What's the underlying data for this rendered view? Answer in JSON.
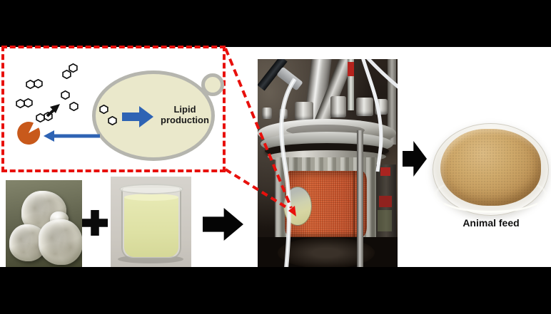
{
  "scene": {
    "letterbox_color": "#000000",
    "canvas_color": "#ffffff"
  },
  "callout": {
    "border_color": "#e8100c",
    "cell": {
      "label": "Lipid production",
      "fill_color": "#eae8cb",
      "border_color": "#b5b5ae"
    },
    "icons": {
      "enzyme": "enzyme-pacman-icon",
      "enzyme_color": "#c8591b",
      "sugar_pair": "disaccharide-hexagon-pair-icon",
      "sugar_single": "monosaccharide-hexagon-icon",
      "hydrolysis_arrow": "hydrolysis-arrow-icon",
      "secretion_arrow": "enzyme-secretion-arrow-icon",
      "production_arrow": "lipid-production-arrow-icon",
      "arrow_blue_color": "#2e63b4"
    },
    "pointer_lines": "dashed-zoom-callout-lines"
  },
  "inputs": {
    "fungus_photo": "fungal-pellets-photo",
    "plus_symbol": "+",
    "broth_photo": "culture-broth-beaker-photo",
    "broth_color": "#dee1a4"
  },
  "reactor": {
    "photo": "stirred-tank-bioreactor-photo",
    "jacket_color": "#c1502a",
    "window_broth_color": "#d7d6a3"
  },
  "flow": {
    "arrow_color": "#050505",
    "arrows": [
      "arrow-right",
      "arrow-right"
    ]
  },
  "output": {
    "caption": "Animal feed",
    "photo": "feed-powder-petri-dish-photo",
    "powder_color": "#c59a5d"
  }
}
